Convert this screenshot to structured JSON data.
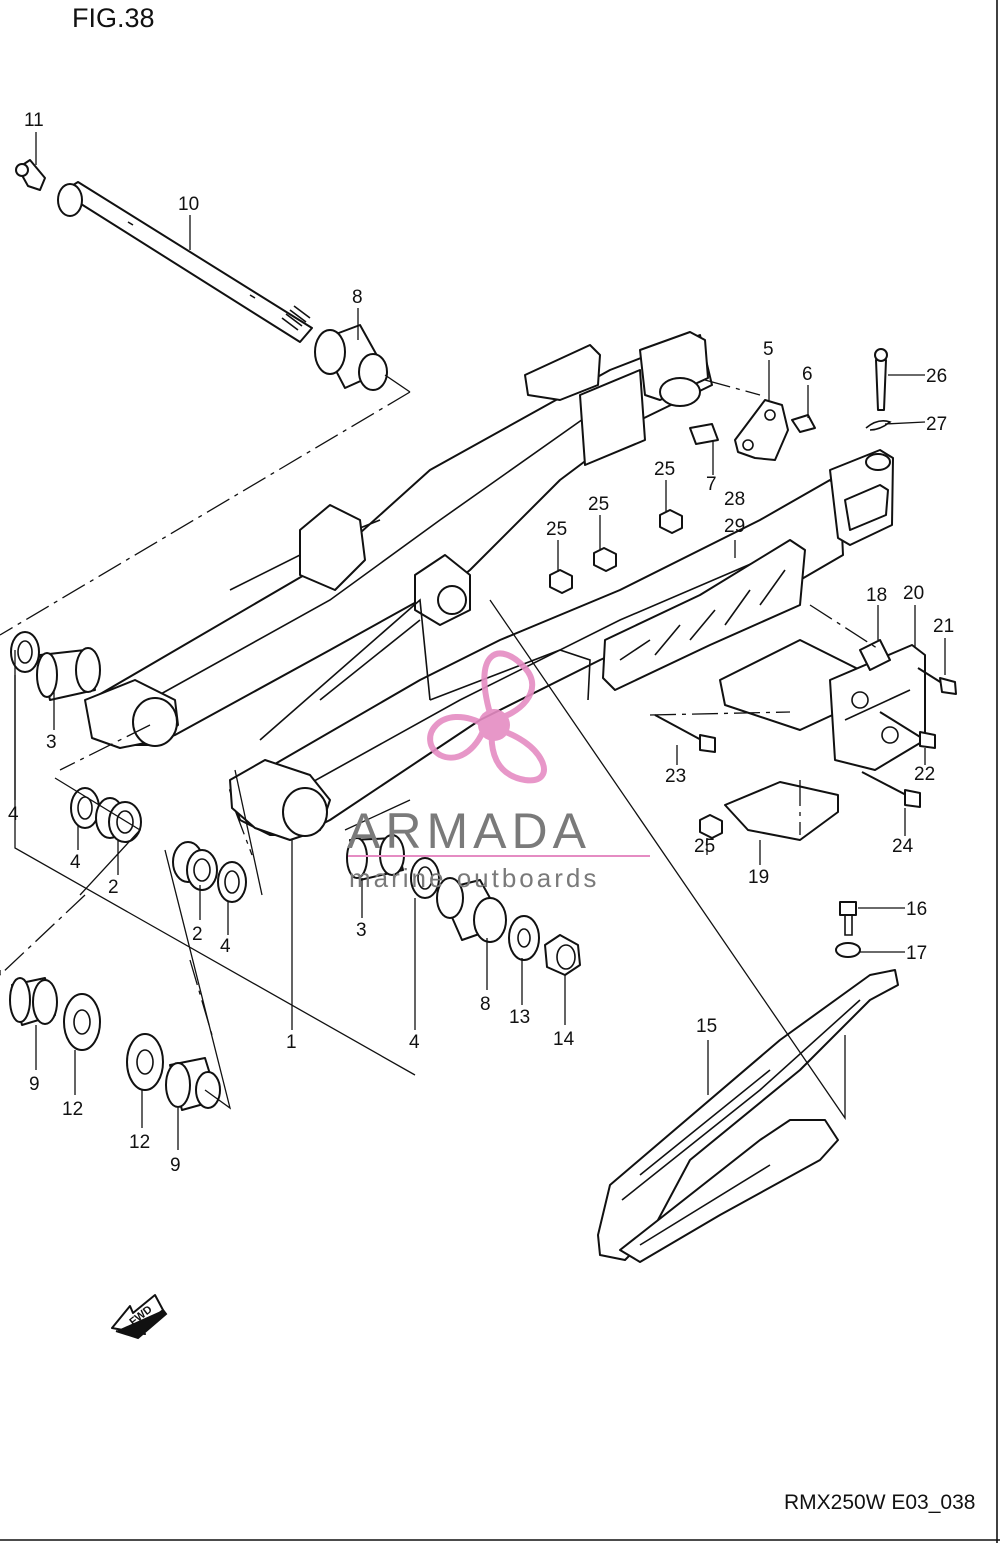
{
  "figure_label": "FIG.38",
  "reference_code": "RMX250W E03_038",
  "direction_marker": "FWD",
  "watermark": {
    "brand": "ARMADA",
    "tagline": "marine outboards",
    "logo_color": "#e58cc3",
    "text_color": "#7a7a7a"
  },
  "callouts": {
    "c1": "1",
    "c2a": "2",
    "c2b": "2",
    "c3a": "3",
    "c3b": "3",
    "c4a": "4",
    "c4b": "4",
    "c4c": "4",
    "c4d": "4",
    "c5": "5",
    "c6": "6",
    "c7": "7",
    "c8a": "8",
    "c8b": "8",
    "c9a": "9",
    "c9b": "9",
    "c10": "10",
    "c11": "11",
    "c12a": "12",
    "c12b": "12",
    "c13": "13",
    "c14": "14",
    "c15": "15",
    "c16": "16",
    "c17": "17",
    "c18": "18",
    "c19": "19",
    "c20": "20",
    "c21": "21",
    "c22": "22",
    "c23": "23",
    "c24": "24",
    "c25a": "25",
    "c25b": "25",
    "c25c": "25",
    "c25d": "25",
    "c26": "26",
    "c27": "27",
    "c28": "28",
    "c29": "29"
  }
}
